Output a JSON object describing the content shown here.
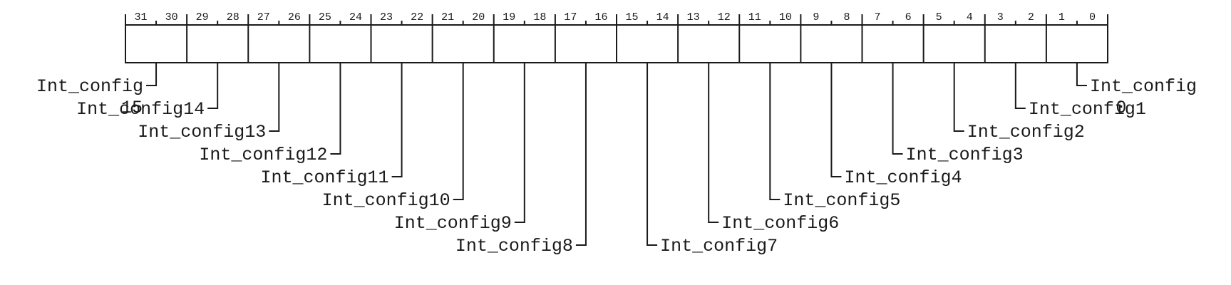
{
  "bit_numbers": [
    "31",
    "30",
    "29",
    "28",
    "27",
    "26",
    "25",
    "24",
    "23",
    "22",
    "21",
    "20",
    "19",
    "18",
    "17",
    "16",
    "15",
    "14",
    "13",
    "12",
    "11",
    "10",
    "9",
    "8",
    "7",
    "6",
    "5",
    "4",
    "3",
    "2",
    "1",
    "0"
  ],
  "fields": [
    {
      "name": "Int_config",
      "suffix": "15"
    },
    {
      "name": "Int_config14"
    },
    {
      "name": "Int_config13"
    },
    {
      "name": "Int_config12"
    },
    {
      "name": "Int_config11"
    },
    {
      "name": "Int_config10"
    },
    {
      "name": "Int_config9"
    },
    {
      "name": "Int_config8"
    },
    {
      "name": "Int_config7"
    },
    {
      "name": "Int_config6"
    },
    {
      "name": "Int_config5"
    },
    {
      "name": "Int_config4"
    },
    {
      "name": "Int_config3"
    },
    {
      "name": "Int_config2"
    },
    {
      "name": "Int_config1"
    },
    {
      "name": "Int_config",
      "suffix": "0"
    }
  ]
}
